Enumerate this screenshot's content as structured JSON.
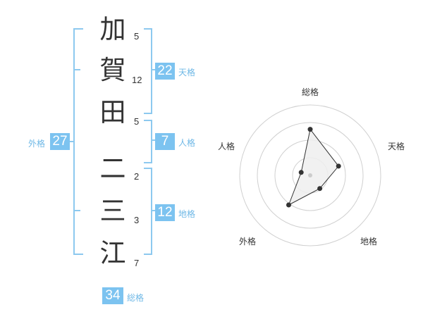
{
  "name_chars": [
    {
      "char": "加",
      "strokes": "5"
    },
    {
      "char": "賀",
      "strokes": "12"
    },
    {
      "char": "田",
      "strokes": "5"
    },
    {
      "char": "二",
      "strokes": "2"
    },
    {
      "char": "三",
      "strokes": "3"
    },
    {
      "char": "江",
      "strokes": "7"
    }
  ],
  "grids": {
    "tenkaku": {
      "value": "22",
      "label": "天格"
    },
    "jinkaku": {
      "value": "7",
      "label": "人格"
    },
    "chikaku": {
      "value": "12",
      "label": "地格"
    },
    "gaikaku": {
      "value": "27",
      "label": "外格"
    },
    "soukaku": {
      "value": "34",
      "label": "総格"
    }
  },
  "chart_data": {
    "type": "radar",
    "axes": [
      "総格",
      "天格",
      "地格",
      "外格",
      "人格"
    ],
    "values": [
      34,
      22,
      12,
      27,
      7
    ],
    "rmax": 52,
    "rings": 4,
    "colors": {
      "fill": "#efefef",
      "line": "#333333",
      "grid": "#d0d0d0",
      "accent": "#7cc3f0"
    }
  }
}
